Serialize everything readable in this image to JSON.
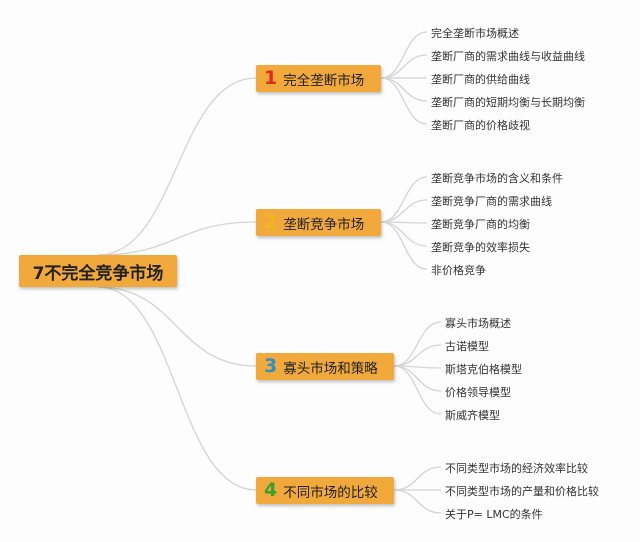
{
  "root": {
    "title": "7不完全竞争市场"
  },
  "colors": {
    "box": "#f2a93b",
    "line": "#d4d4d4"
  },
  "branches": [
    {
      "number": "1",
      "number_color": "#e02a1f",
      "title": "完全垄断市场",
      "items": [
        "完全垄断市场概述",
        "垄断厂商的需求曲线与收益曲线",
        "垄断厂商的供给曲线",
        "垄断厂商的短期均衡与长期均衡",
        "垄断厂商的价格歧视"
      ]
    },
    {
      "number": "2",
      "number_color": "#f0b81c",
      "title": "垄断竞争市场",
      "items": [
        "垄断竞争市场的含义和条件",
        "垄断竞争厂商的需求曲线",
        "垄断竞争厂商的均衡",
        "垄断竞争的效率损失",
        "非价格竞争"
      ]
    },
    {
      "number": "3",
      "number_color": "#2c8fc9",
      "title": "寡头市场和策略",
      "items": [
        "寡头市场概述",
        "古诺模型",
        "斯塔克伯格模型",
        "价格领导模型",
        "斯威齐模型"
      ]
    },
    {
      "number": "4",
      "number_color": "#3aa02f",
      "title": "不同市场的比较",
      "items": [
        "不同类型市场的经济效率比较",
        "不同类型市场的产量和价格比较",
        "关于P= LMC的条件"
      ]
    }
  ]
}
